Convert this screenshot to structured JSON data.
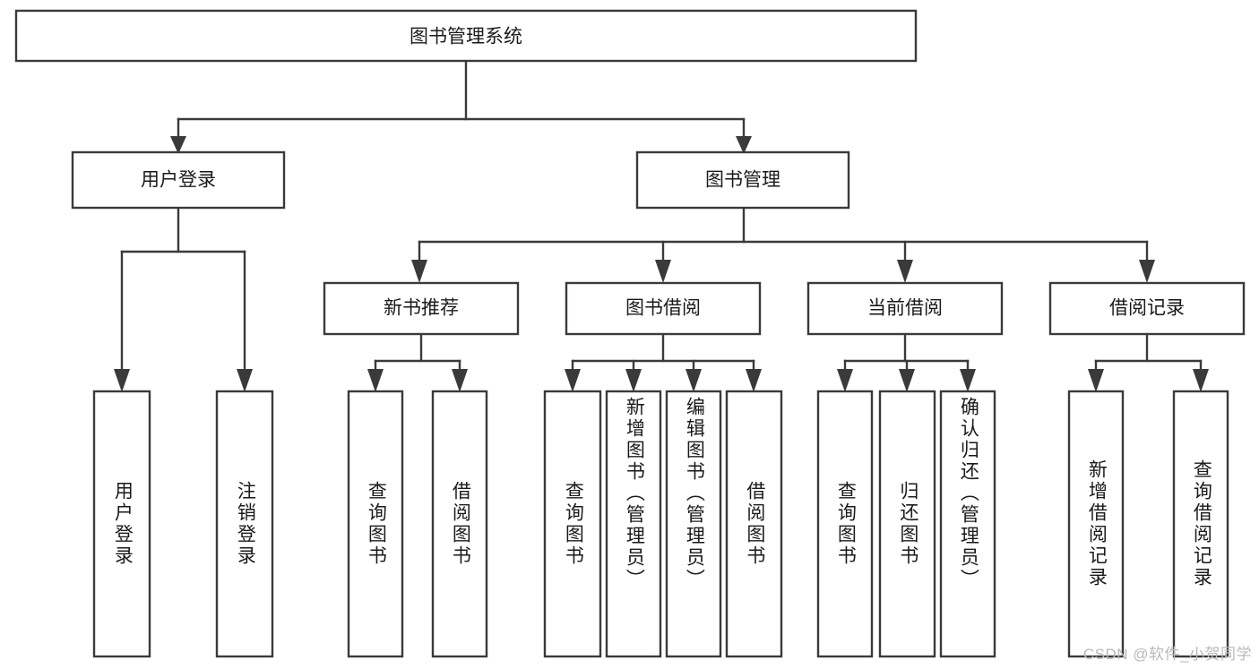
{
  "diagram": {
    "title": "图书管理系统",
    "type": "tree",
    "watermark": "CSDN @软件_小贺同学",
    "colors": {
      "box_stroke": "#3a3a3a",
      "box_fill": "#ffffff",
      "text": "#1a1a1a",
      "background": "#ffffff",
      "watermark": "#b9b9b9"
    },
    "levels": {
      "root": "图书管理系统",
      "level2": [
        "用户登录",
        "图书管理"
      ],
      "level3": [
        "新书推荐",
        "图书借阅",
        "当前借阅",
        "借阅记录"
      ]
    },
    "nodes": {
      "root": {
        "label": "图书管理系统",
        "orientation": "horizontal"
      },
      "user_login": {
        "label": "用户登录",
        "orientation": "horizontal"
      },
      "book_manage": {
        "label": "图书管理",
        "orientation": "horizontal"
      },
      "new_book_rec": {
        "label": "新书推荐",
        "orientation": "horizontal"
      },
      "book_borrow": {
        "label": "图书借阅",
        "orientation": "horizontal"
      },
      "current_borrow": {
        "label": "当前借阅",
        "orientation": "horizontal"
      },
      "borrow_record": {
        "label": "借阅记录",
        "orientation": "horizontal"
      },
      "leaf_user_login": {
        "label": "用户登录",
        "orientation": "vertical"
      },
      "leaf_logout": {
        "label": "注销登录",
        "orientation": "vertical"
      },
      "leaf_query_book_1": {
        "label": "查询图书",
        "orientation": "vertical"
      },
      "leaf_borrow_book_1": {
        "label": "借阅图书",
        "orientation": "vertical"
      },
      "leaf_query_book_2": {
        "label": "查询图书",
        "orientation": "vertical"
      },
      "leaf_add_book": {
        "label": "新增图书（管理员）",
        "orientation": "vertical"
      },
      "leaf_edit_book": {
        "label": "编辑图书（管理员）",
        "orientation": "vertical"
      },
      "leaf_borrow_book_2": {
        "label": "借阅图书",
        "orientation": "vertical"
      },
      "leaf_query_book_3": {
        "label": "查询图书",
        "orientation": "vertical"
      },
      "leaf_return_book": {
        "label": "归还图书",
        "orientation": "vertical"
      },
      "leaf_confirm_return": {
        "label": "确认归还（管理员）",
        "orientation": "vertical"
      },
      "leaf_add_record": {
        "label": "新增借阅记录",
        "orientation": "vertical"
      },
      "leaf_query_record": {
        "label": "查询借阅记录",
        "orientation": "vertical"
      }
    },
    "edges": [
      {
        "from": "root",
        "to": "user_login"
      },
      {
        "from": "root",
        "to": "book_manage"
      },
      {
        "from": "user_login",
        "to": "leaf_user_login"
      },
      {
        "from": "user_login",
        "to": "leaf_logout"
      },
      {
        "from": "book_manage",
        "to": "new_book_rec"
      },
      {
        "from": "book_manage",
        "to": "book_borrow"
      },
      {
        "from": "book_manage",
        "to": "current_borrow"
      },
      {
        "from": "book_manage",
        "to": "borrow_record"
      },
      {
        "from": "new_book_rec",
        "to": "leaf_query_book_1"
      },
      {
        "from": "new_book_rec",
        "to": "leaf_borrow_book_1"
      },
      {
        "from": "book_borrow",
        "to": "leaf_query_book_2"
      },
      {
        "from": "book_borrow",
        "to": "leaf_add_book"
      },
      {
        "from": "book_borrow",
        "to": "leaf_edit_book"
      },
      {
        "from": "book_borrow",
        "to": "leaf_borrow_book_2"
      },
      {
        "from": "current_borrow",
        "to": "leaf_query_book_3"
      },
      {
        "from": "current_borrow",
        "to": "leaf_return_book"
      },
      {
        "from": "current_borrow",
        "to": "leaf_confirm_return"
      },
      {
        "from": "borrow_record",
        "to": "leaf_add_record"
      },
      {
        "from": "borrow_record",
        "to": "leaf_query_record"
      }
    ]
  }
}
